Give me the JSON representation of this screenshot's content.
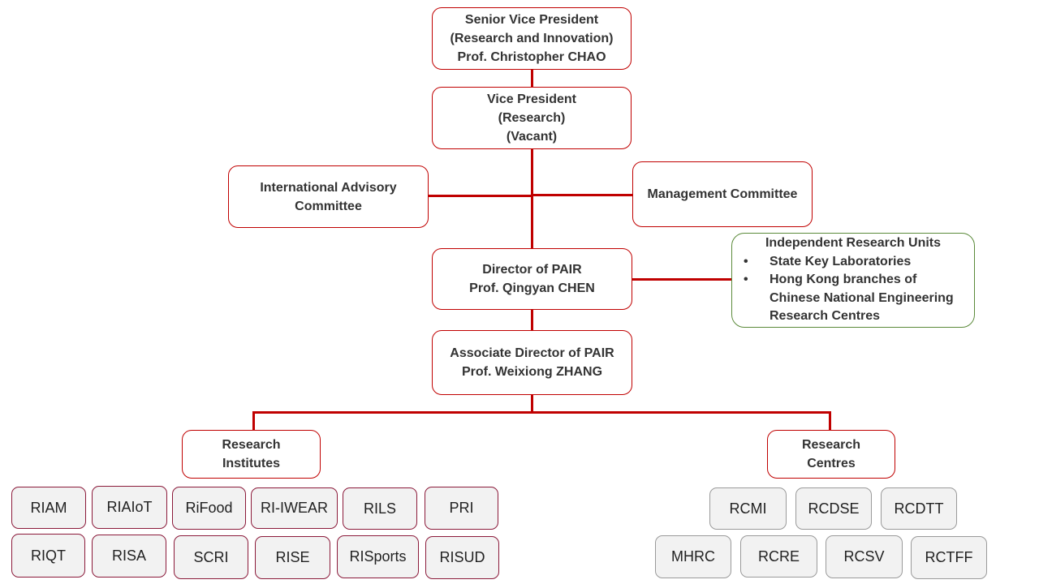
{
  "diagram": {
    "title": "PAIR organisation chart",
    "colors": {
      "connector": "#c00000",
      "leader_border": "#c00000",
      "unit_border": "#8b1a3a",
      "centre_border": "#9a9a9a",
      "iru_border": "#5b8a3a"
    },
    "svp": {
      "line1": "Senior Vice President",
      "line2": "(Research and Innovation)",
      "line3": "Prof. Christopher CHAO"
    },
    "vp": {
      "line1": "Vice President",
      "line2": "(Research)",
      "line3": "(Vacant)"
    },
    "iac": {
      "line1": "International Advisory",
      "line2": "Committee"
    },
    "mc": {
      "line1": "Management Committee"
    },
    "director": {
      "line1": "Director of PAIR",
      "line2": "Prof. Qingyan CHEN"
    },
    "assoc_director": {
      "line1": "Associate Director of PAIR",
      "line2": "Prof. Weixiong ZHANG"
    },
    "iru": {
      "title": "Independent Research Units",
      "bullet": "•",
      "items": [
        {
          "lines": [
            "State Key Laboratories"
          ]
        },
        {
          "lines": [
            "Hong Kong branches of",
            "Chinese National Engineering",
            "Research Centres"
          ]
        }
      ]
    },
    "institutes_header": {
      "line1": "Research",
      "line2": "Institutes"
    },
    "centres_header": {
      "line1": "Research",
      "line2": "Centres"
    },
    "institutes": [
      "RIAM",
      "RIAIoT",
      "RiFood",
      "RI-IWEAR",
      "RILS",
      "PRI",
      "RIQT",
      "RISA",
      "SCRI",
      "RISE",
      "RISports",
      "RISUD"
    ],
    "centres": [
      "RCMI",
      "RCDSE",
      "RCDTT",
      "MHRC",
      "RCRE",
      "RCSV",
      "RCTFF"
    ]
  }
}
